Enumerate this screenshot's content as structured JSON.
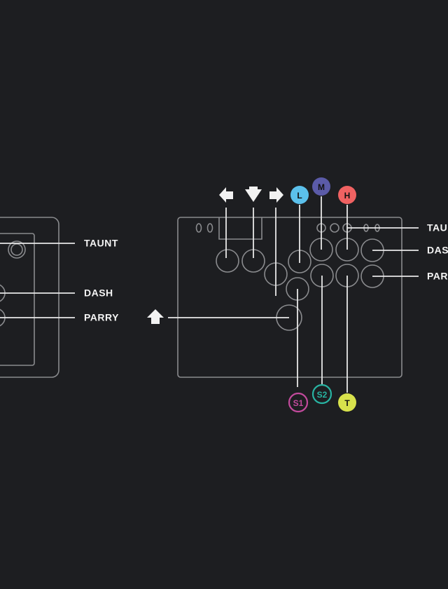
{
  "left_device": {
    "labels": {
      "taunt": "TAUNT",
      "dash": "DASH",
      "parry": "PARRY"
    }
  },
  "right_device": {
    "labels": {
      "taunt": "TAUNT",
      "dash": "DASH",
      "parry": "PARRY"
    }
  },
  "badges": {
    "light": {
      "text": "L",
      "color": "#5bc0eb"
    },
    "medium": {
      "text": "M",
      "color": "#5b5ba8"
    },
    "heavy": {
      "text": "H",
      "color": "#f06262"
    },
    "special1": {
      "text": "S1",
      "color": "#c24a9c"
    },
    "special2": {
      "text": "S2",
      "color": "#28b3a2"
    },
    "throw": {
      "text": "T",
      "color": "#d8e24c"
    }
  },
  "arrows": [
    "left-arrow",
    "down-arrow",
    "right-arrow",
    "up-arrow"
  ]
}
